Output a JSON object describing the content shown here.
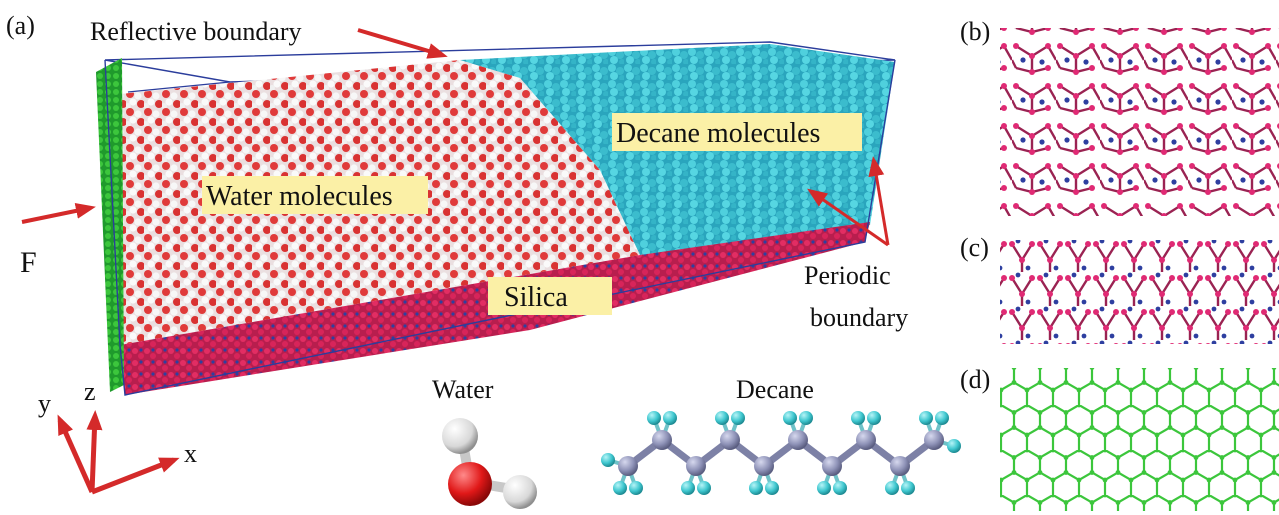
{
  "panel_labels": {
    "a": "(a)",
    "b": "(b)",
    "c": "(c)",
    "d": "(d)"
  },
  "labels": {
    "reflective_boundary": "Reflective boundary",
    "water_molecules": "Water molecules",
    "decane_molecules": "Decane molecules",
    "silica": "Silica",
    "periodic": "Periodic",
    "boundary": "boundary",
    "force": "F",
    "water": "Water",
    "decane": "Decane"
  },
  "axes": {
    "x": "x",
    "y": "y",
    "z": "z"
  },
  "colors": {
    "arrow": "#d42a2a",
    "box_edge": "#2b3d9c",
    "water_oxygen": "#e03030",
    "water_hydrogen": "#f2f2f2",
    "decane_carbon": "#8f93b8",
    "decane_hydrogen": "#40c8d0",
    "silica_red": "#d8245a",
    "silica_blue": "#2e3fa0",
    "graphene": "#3cc63c",
    "label_bg": "#fbf0a6"
  }
}
